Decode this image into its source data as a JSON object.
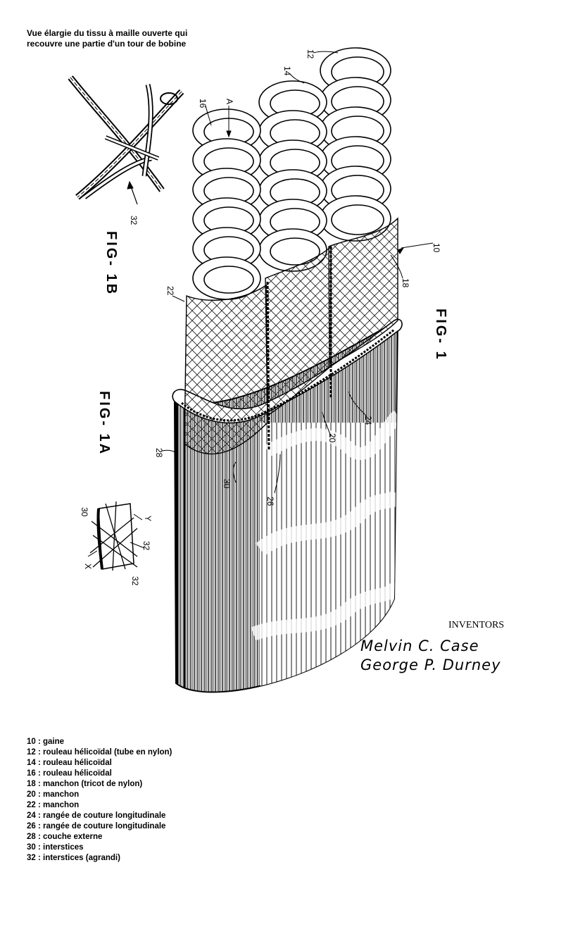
{
  "top_caption": {
    "line1": "Vue élargie du tissu à maille ouverte qui",
    "line2": "recouvre une partie d'un tour de bobine"
  },
  "figures": {
    "fig1": "FIG- 1",
    "fig1a": "FIG- 1A",
    "fig1b": "FIG- 1B"
  },
  "callouts": {
    "n10": "10",
    "n12": "12",
    "n14": "14",
    "n16": "16",
    "A": "A",
    "n18": "18",
    "n20": "20",
    "n22": "22",
    "n24": "24",
    "n26": "26",
    "n28": "28",
    "n30": "30",
    "n32b": "32",
    "n30a": "30",
    "Y": "Y",
    "n32a1": "32",
    "X": "X",
    "n32a2": "32"
  },
  "inventors": {
    "label": "INVENTORS",
    "name1": "Melvin C. Case",
    "name2": "George P. Durney"
  },
  "legend": [
    "10 : gaine",
    "12 : rouleau hélicoïdal (tube en nylon)",
    "14 : rouleau hélicoïdal",
    "16 : rouleau hélicoïdal",
    "18 : manchon (tricot de nylon)",
    "20 : manchon",
    "22 : manchon",
    "24 : rangée de couture longitudinale",
    "26 : rangée de couture longitudinale",
    "28 : couche externe",
    "30 : interstices",
    "32 : interstices (agrandi)"
  ]
}
